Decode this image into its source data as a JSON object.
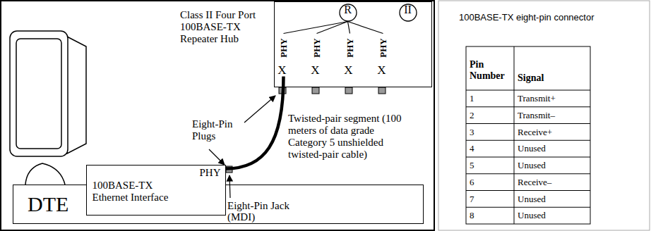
{
  "diagram": {
    "nodes": [
      {
        "text": [
          "Class II Four Port 100BASE-TX Repeater Hub"
        ]
      },
      {
        "text": [
          "R"
        ],
        "in": 0
      },
      {
        "text": [
          "II"
        ],
        "in": 0
      },
      {
        "text": [
          "PHY",
          "X"
        ],
        "in": 0
      },
      {
        "text": [
          "PHY",
          "X"
        ],
        "in": 0
      },
      {
        "text": [
          "PHY",
          "X"
        ],
        "in": 0
      },
      {
        "text": [
          "PHY",
          "X"
        ],
        "in": 0
      },
      {
        "text": [
          "DTE"
        ]
      },
      {
        "text": [
          "100BASE-TX Ethernet Interface",
          "PHY"
        ],
        "in": 7
      }
    ],
    "edges": [
      {
        "from": 1,
        "to": 3,
        "arrow": "none"
      },
      {
        "from": 1,
        "to": 4,
        "arrow": "none"
      },
      {
        "from": 1,
        "to": 5,
        "arrow": "none"
      },
      {
        "from": 1,
        "to": 6,
        "arrow": "none"
      },
      {
        "from": 3,
        "to": 8,
        "arrow": "none"
      }
    ],
    "labels": [
      "Eight-Pin Plugs",
      "Twisted-pair segment (100 meters of data grade Category 5 unshielded twisted-pair cable)",
      "Eight-Pin Jack (MDI)",
      "100BASE-TX eight-pin connector",
      "Pin Number",
      "Signal",
      "1",
      "Transmit+",
      "2",
      "Transmit–",
      "3",
      "Receive+",
      "4",
      "Unused",
      "5",
      "Unused",
      "6",
      "Receive–",
      "7",
      "Unused",
      "8",
      "Unused"
    ]
  }
}
